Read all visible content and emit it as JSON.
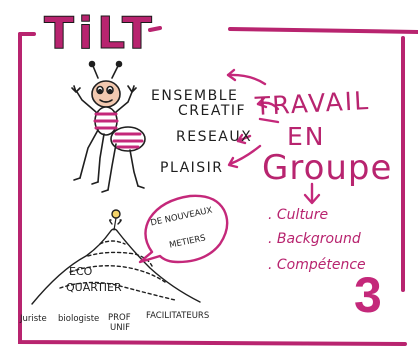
{
  "title": "TiLT",
  "keywords": [
    "ENSEMBLE",
    "CREATIF",
    "RESEAUX",
    "PLAISIR"
  ],
  "center_phrase": [
    "TRAVAIL",
    "EN",
    "Groupe"
  ],
  "bullets": [
    ". Culture",
    ". Background",
    ". Compétence"
  ],
  "page_number": "3",
  "bubble_lines": [
    "DE NOUVEAUX",
    "METIERS"
  ],
  "mountain_label": [
    "ECO",
    "QUARTIER"
  ],
  "jobs": [
    "Juriste",
    "biologiste",
    "PROF",
    "UNIF",
    "FACILITATEURS"
  ],
  "colors": {
    "accent": "#b8246f",
    "ink": "#1f1f1f",
    "skin": "#f2c9b0"
  }
}
